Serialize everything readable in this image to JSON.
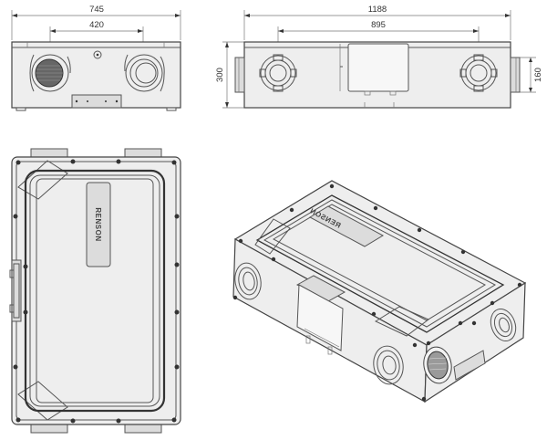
{
  "figure": {
    "front_view": {
      "width_dim": "745",
      "spacing_dim": "420"
    },
    "side_view": {
      "length_dim": "1188",
      "spacing_dim": "895",
      "height_dim": "300",
      "duct_dim": "160"
    },
    "top_view": {
      "brand": "RENSON"
    },
    "iso_view": {
      "brand": "RENSON"
    }
  },
  "colors": {
    "line": "#444444",
    "body_fill": "#eeeeee",
    "panel_fill": "#f7f7f7"
  }
}
